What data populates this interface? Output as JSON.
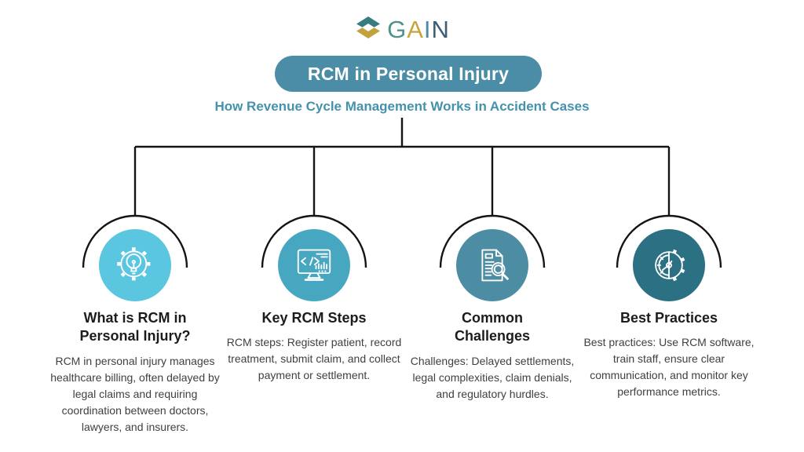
{
  "logo": {
    "icon": "gain-mark-icon",
    "letters": [
      {
        "char": "G",
        "color": "#4F948A"
      },
      {
        "char": "A",
        "color": "#C7A43C"
      },
      {
        "char": "I",
        "color": "#4E8CA3"
      },
      {
        "char": "N",
        "color": "#3F5D74"
      }
    ],
    "mark_colors": {
      "top": "#377D80",
      "bottom": "#C2A23C"
    }
  },
  "header": {
    "title": "RCM in Personal Injury",
    "subtitle": "How Revenue Cycle Management Works in Accident Cases"
  },
  "colors": {
    "pill_bg": "#4B8DA6",
    "pill_text": "#FFFFFF",
    "subtitle_text": "#4592AC",
    "connector_line": "#141414",
    "title_text": "#1C1C1C",
    "body_text": "#404040"
  },
  "branches": [
    {
      "icon": "lightbulb-gear-icon",
      "circle_color": "#5BC6E0",
      "title": "What is RCM in\nPersonal Injury?",
      "body": "RCM in personal injury manages\nhealthcare billing, often delayed by\nlegal claims and requiring\ncoordination between doctors,\nlawyers, and insurers."
    },
    {
      "icon": "monitor-code-chart-icon",
      "circle_color": "#47A7C1",
      "title": "Key RCM Steps",
      "body": "RCM steps: Register patient, record\ntreatment, submit claim, and collect\npayment or settlement."
    },
    {
      "icon": "document-magnifier-icon",
      "circle_color": "#4D8DA3",
      "title": "Common\nChallenges",
      "body": "Challenges: Delayed settlements,\nlegal complexities, claim denials,\nand regulatory hurdles."
    },
    {
      "icon": "clock-gear-icon",
      "circle_color": "#2C7083",
      "title": "Best Practices",
      "body": "Best practices: Use RCM software,\ntrain staff, ensure clear\ncommunication, and monitor key\nperformance metrics."
    }
  ]
}
